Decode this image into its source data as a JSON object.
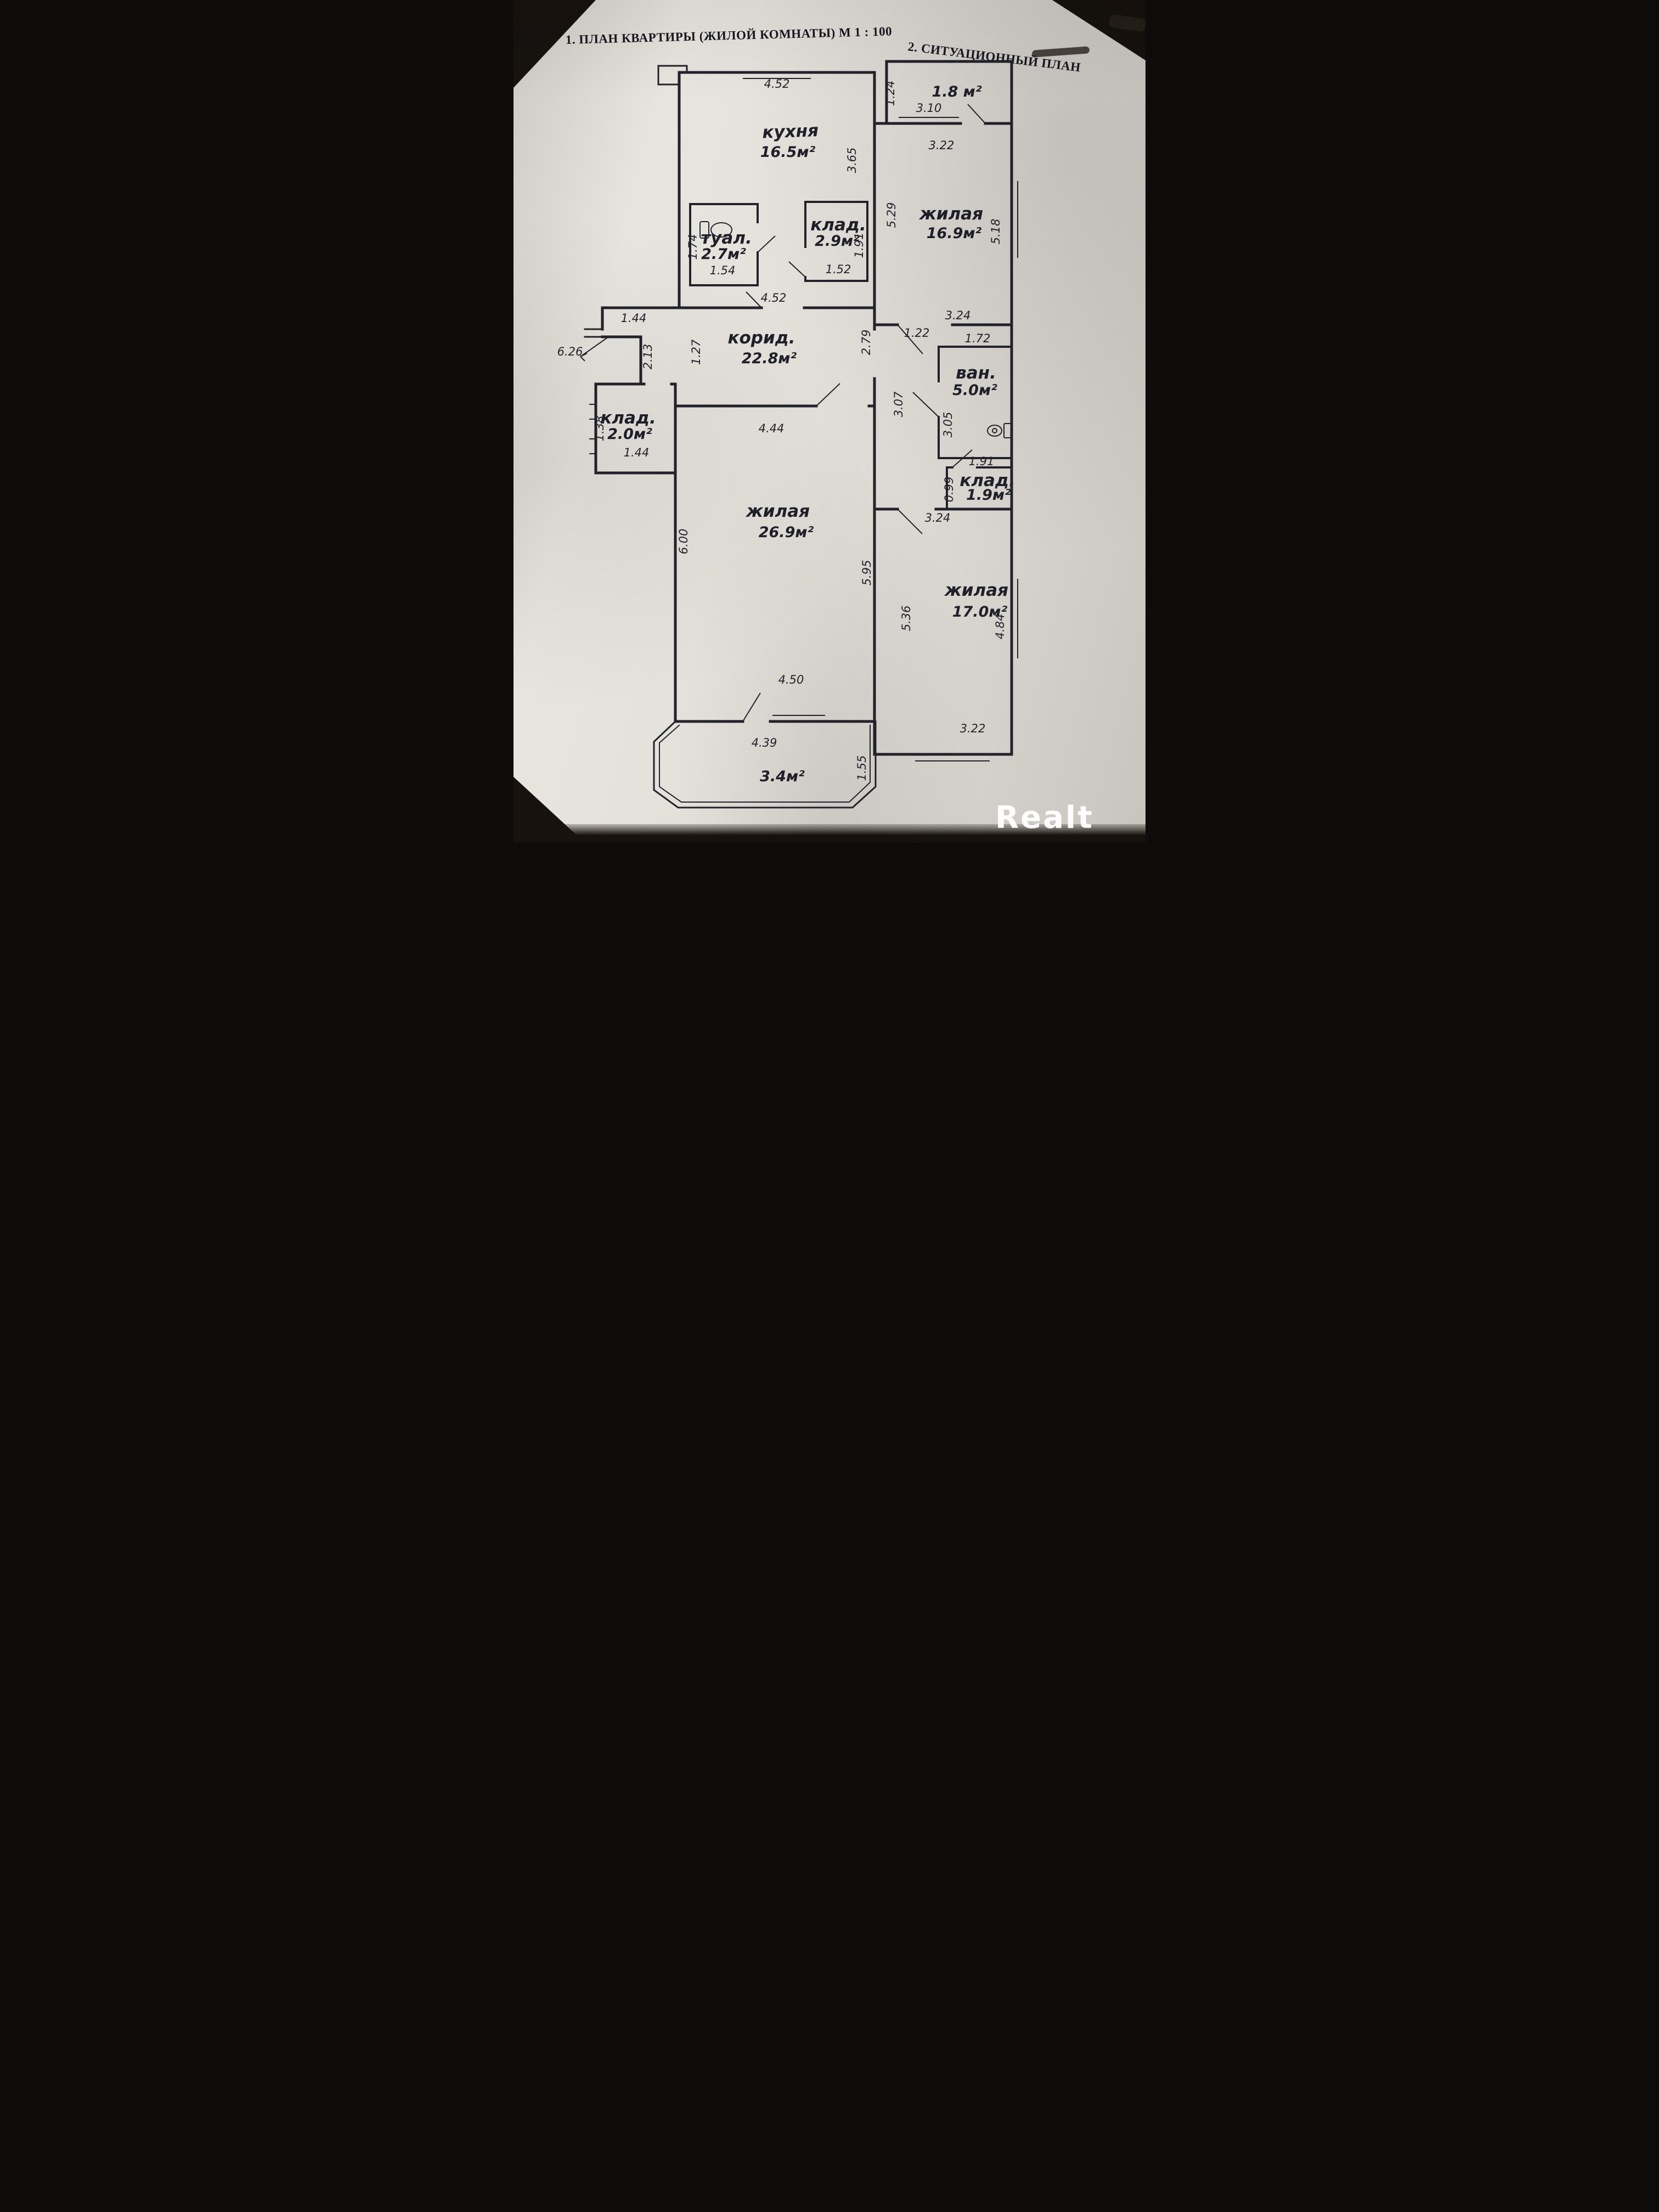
{
  "header": {
    "title_left": "1. ПЛАН КВАРТИРЫ (ЖИЛОЙ КОМНАТЫ) М 1 : 100",
    "title_right": "2. СИТУАЦИОННЫЙ ПЛАН"
  },
  "watermark": "Realt",
  "rooms": {
    "kitchen": {
      "name": "кухня",
      "area": "16.5м²"
    },
    "toilet": {
      "name": "туал.",
      "area": "2.7м²"
    },
    "pantry_top": {
      "name": "клад.",
      "area": "2.9м²"
    },
    "living_top": {
      "name": "жилая",
      "area": "16.9м²"
    },
    "corridor": {
      "name": "корид.",
      "area": "22.8м²"
    },
    "bathroom": {
      "name": "ван.",
      "area": "5.0м²"
    },
    "pantry_left": {
      "name": "клад.",
      "area": "2.0м²"
    },
    "living_big": {
      "name": "жилая",
      "area": "26.9м²"
    },
    "pantry_right": {
      "name": "клад.",
      "area": "1.9м²"
    },
    "living_bottom": {
      "name": "жилая",
      "area": "17.0м²"
    },
    "balcony_top": {
      "area": "1.8 м²"
    },
    "balcony_bottom": {
      "area": "3.4м²"
    }
  },
  "dims": {
    "kitchen_top": "4.52",
    "kitchen_depth": "3.65",
    "toilet_w": "1.54",
    "toilet_h": "1.74",
    "pantry_top_w": "1.52",
    "pantry_top_h": "1.91",
    "balcony_top_w": "3.10",
    "balcony_top_h": "1.24",
    "living_top_w": "3.22",
    "living_top_h_left": "5.29",
    "living_top_h_right": "5.18",
    "corridor_top": "4.52",
    "entry_w": "1.44",
    "entry_out": "6.26",
    "corr_v1": "2.13",
    "corr_v2": "1.27",
    "corr_door": "1.22",
    "corr_v3": "2.79",
    "bath_top": "3.24",
    "bath_niche": "1.72",
    "bath_h": "3.05",
    "hall_v": "3.07",
    "pantry_left_w": "1.44",
    "pantry_left_h": "1.38",
    "living_big_top": "4.44",
    "living_big_left": "6.00",
    "living_big_right": "5.95",
    "living_big_bottom": "4.50",
    "pantry_right_w": "1.91",
    "pantry_right_h": "0.99",
    "living_bottom_top": "3.24",
    "living_bottom_left": "5.36",
    "living_bottom_right": "4.84",
    "living_bottom_w": "3.22",
    "balcony_bottom_w": "4.39",
    "balcony_bottom_h": "1.55"
  }
}
